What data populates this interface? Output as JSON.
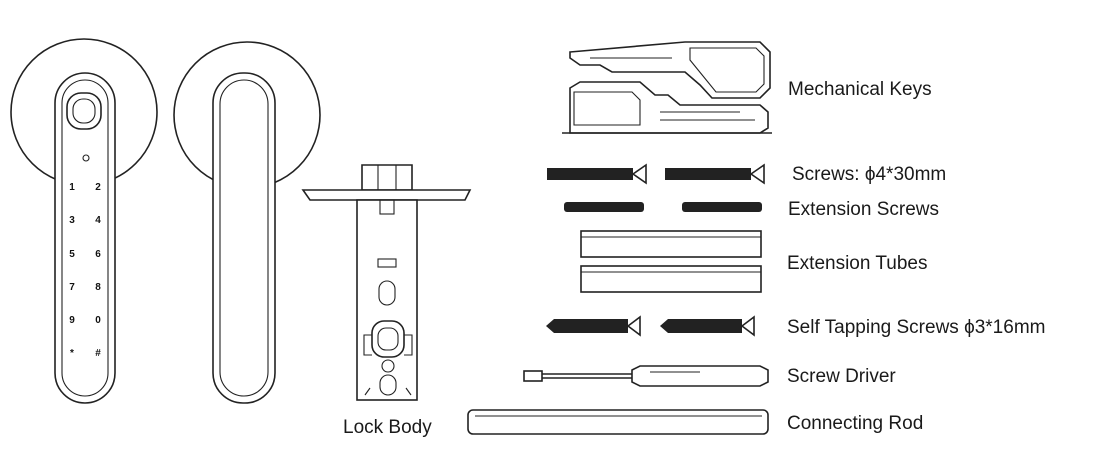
{
  "labels": {
    "mechanical_keys": "Mechanical Keys",
    "screws": "Screws: ϕ4*30mm",
    "extension_screws": "Extension Screws",
    "extension_tubes": "Extension Tubes",
    "self_tapping_screws": "Self Tapping Screws ϕ3*16mm",
    "screw_driver": "Screw Driver",
    "connecting_rod": "Connecting Rod",
    "lock_body": "Lock Body"
  },
  "keypad": {
    "symbol_top": "◦",
    "keys": [
      "1",
      "2",
      "3",
      "4",
      "5",
      "6",
      "7",
      "8",
      "9",
      "0",
      "*",
      "#"
    ]
  },
  "colors": {
    "line": "#222222",
    "text": "#1a1a1a",
    "background": "#ffffff"
  }
}
